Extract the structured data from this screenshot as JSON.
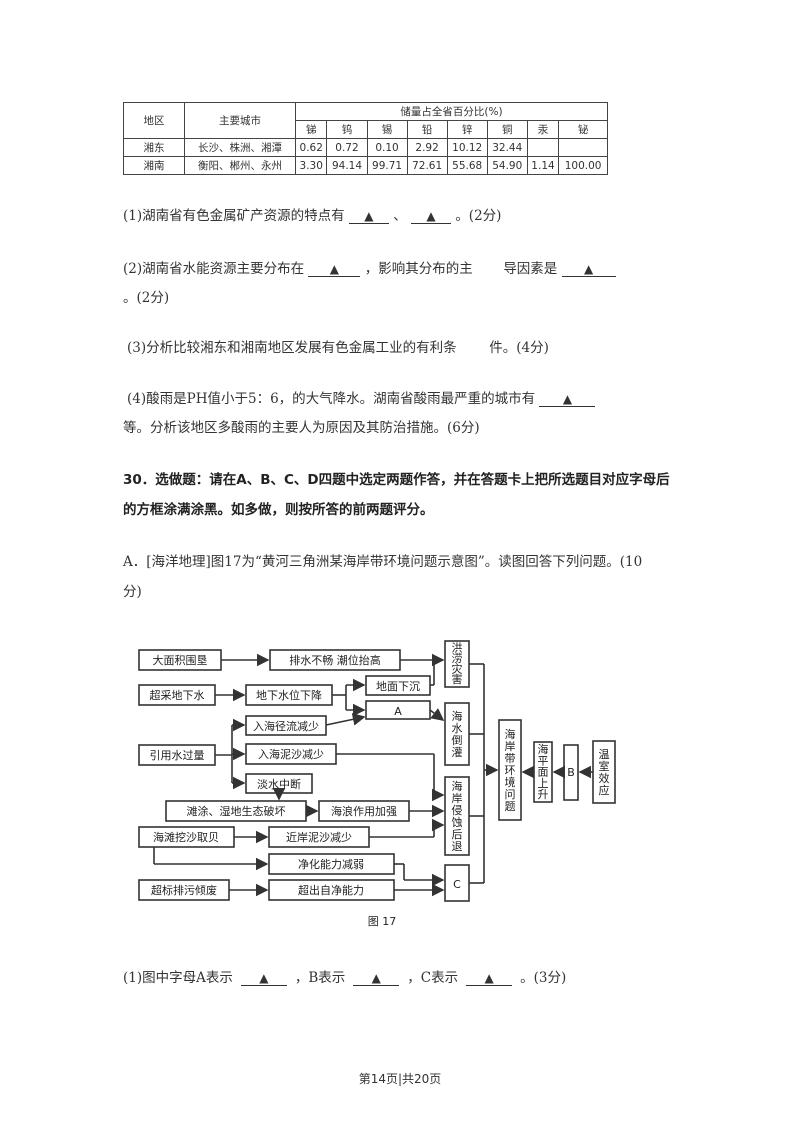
{
  "table": {
    "col_region": "地区",
    "col_cities": "主要城市",
    "col_share": "储量占全省百分比(%)",
    "metals": [
      "锑",
      "钨",
      "锡",
      "铅",
      "锌",
      "铜",
      "汞",
      "铋"
    ],
    "rows": [
      {
        "region": "湘东",
        "cities": "长沙、株洲、湘潭",
        "values": [
          "0.62",
          "0.72",
          "0.10",
          "2.92",
          "10.12",
          "32.44",
          "",
          ""
        ]
      },
      {
        "region": "湘南",
        "cities": "衡阳、郴州、永州",
        "values": [
          "3.30",
          "94.14",
          "99.71",
          "72.61",
          "55.68",
          "54.90",
          "1.14",
          "100.00"
        ]
      }
    ]
  },
  "questions": {
    "q1_a": "(1)湖南省有色金属矿产资源的特点有",
    "q1_sep": "、",
    "q1_end": "。(2分)",
    "q2_a": "(2)湖南省水能资源主要分布在",
    "q2_b": "，影响其分布的主",
    "q2_c": "导因素是",
    "q2_d": "。(2分)",
    "q3": "(3)分析比较湘东和湘南地区发展有色金属工业的有利条",
    "q3_b": "件。(4分)",
    "q4_a": "(4)酸雨是PH值小于5：6，的大气降水。湖南省酸雨最严重的城市有",
    "q4_b": "等。分析该地区多酸雨的主要人为原因及其防治措施。(6分)",
    "blank_mark": "▲"
  },
  "q30": {
    "line1": "30．选做题：请在A、B、C、D四题中选定两题作答，并在答题卡上把所选题目对应字母后",
    "line2": "的方框涂满涂黑。如多做，则按所答的前两题评分。"
  },
  "partA": {
    "line1": "A．[海洋地理]图17为“黄河三角洲某海岸带环境问题示意图”。读图回答下列问题。(10",
    "line2": "分)"
  },
  "diagram": {
    "caption": "图 17",
    "boxes": {
      "flood_area": "大面积围垦",
      "drain": "排水不畅 潮位抬高",
      "overpump": "超采地下水",
      "gw_drop": "地下水位下降",
      "subsidence": "地面下沉",
      "A": "A",
      "runoff": "入海径流减少",
      "divert": "引用水过量",
      "sediment": "入海泥沙减少",
      "cutoff": "淡水中断",
      "wetland": "滩涂、湿地生态破坏",
      "wave": "海浪作用加强",
      "sand": "海滩挖沙取贝",
      "nearshore": "近岸泥沙减少",
      "purify": "净化能力减弱",
      "pollute": "超标排污倾废",
      "selfclean": "超出自净能力",
      "C": "C",
      "flood_disaster": "洪涝灾害",
      "saltwater": "海水倒灌",
      "retreat": "海岸侵蚀后退",
      "coastal": "海岸带环境问题",
      "sealevel": "海平面上升",
      "B": "B",
      "greenhouse": "温室效应"
    }
  },
  "footer": "第14页|共20页"
}
